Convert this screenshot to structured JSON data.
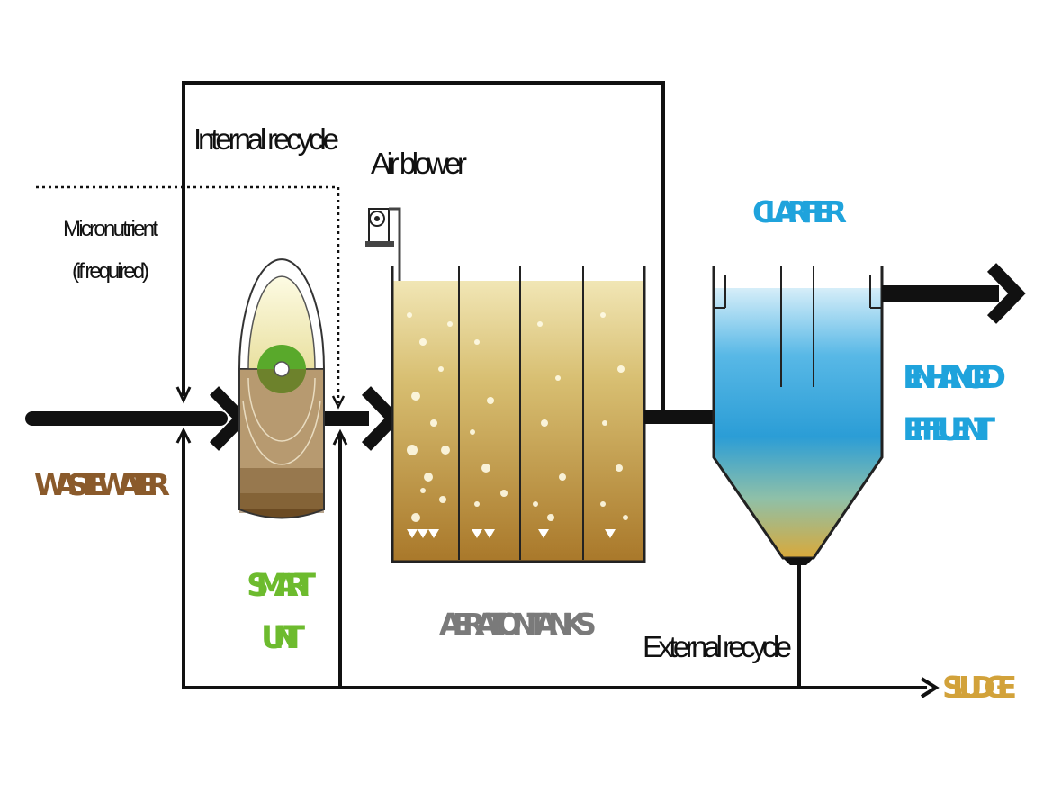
{
  "labels": {
    "internal_recycle": "Internal recycle",
    "air_blower": "Air blower",
    "micronutrient_line1": "Micronutrient",
    "micronutrient_line2": "(if required)",
    "clarifier": "CLARIFIER",
    "enhanced_line1": "ENHANCED",
    "enhanced_line2": "EFFLUENT",
    "wastewater": "WASTEWATER",
    "smart_line1": "SMART",
    "smart_line2": "UNIT",
    "aeration_tanks": "AERATION TANKS",
    "external_recycle": "External recycle",
    "sludge": "SLUDGE"
  },
  "colors": {
    "wastewater": "#8a5a2b",
    "smart_unit": "#6dbb2e",
    "clarifier": "#1fa3dc",
    "aeration_label": "#7a7a7a",
    "sludge": "#d2a23a",
    "pipe": "#111111"
  },
  "icons": [
    "air-blower-icon",
    "flow-arrow-icon"
  ]
}
